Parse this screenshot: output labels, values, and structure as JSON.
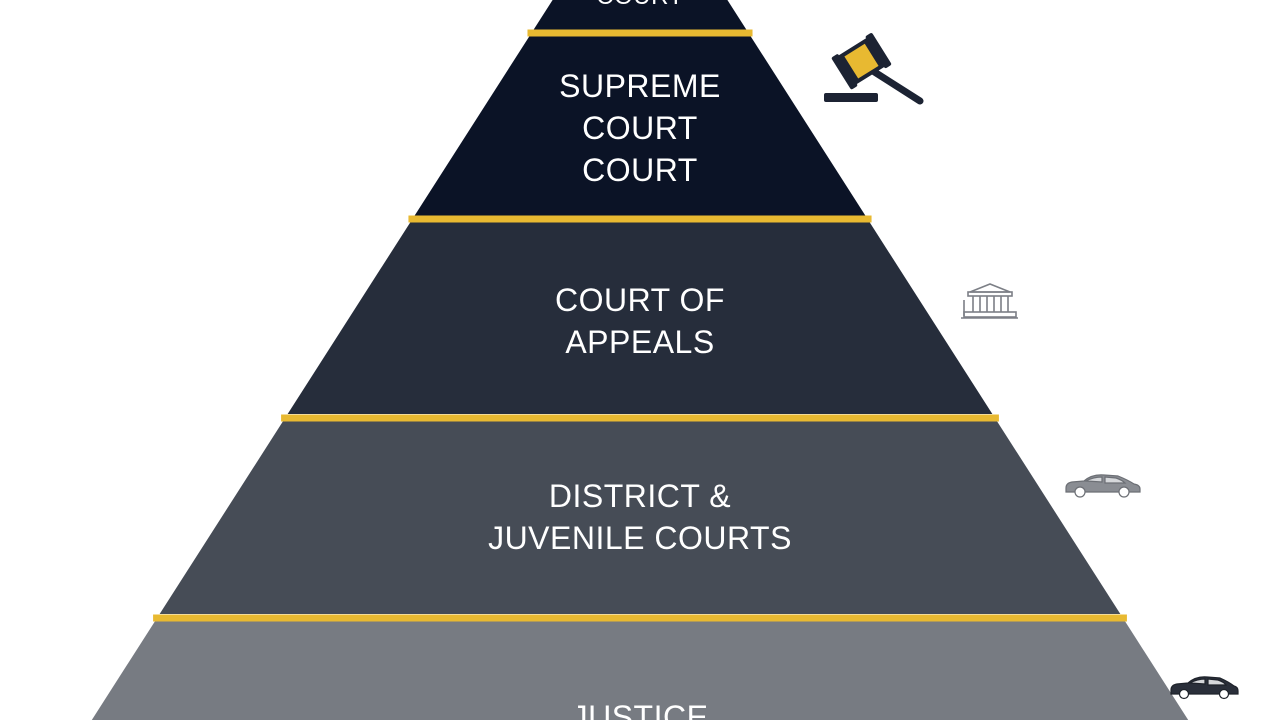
{
  "colors": {
    "background": "#ffffff",
    "separator": "#e8b931",
    "tier_1": "#0b1326",
    "tier_2": "#0b1326",
    "tier_3": "#262d3b",
    "tier_4": "#464c56",
    "tier_5": "#777b82",
    "icon_gavel_dark": "#1c2333",
    "icon_gavel_gold": "#e8b931",
    "icon_outline": "#7c7f86"
  },
  "tiers": [
    {
      "lines": [
        "COURT"
      ]
    },
    {
      "lines": [
        "SUPREME",
        "COURT",
        "COURT"
      ]
    },
    {
      "lines": [
        "COURT OF",
        "APPEALS"
      ]
    },
    {
      "lines": [
        "DISTRICT &",
        "JUVENILE COURTS"
      ]
    },
    {
      "lines": [
        "JUSTICE"
      ]
    }
  ],
  "icons": [
    {
      "name": "gavel-icon"
    },
    {
      "name": "courthouse-icon"
    },
    {
      "name": "car-icon"
    },
    {
      "name": "car-icon"
    }
  ]
}
